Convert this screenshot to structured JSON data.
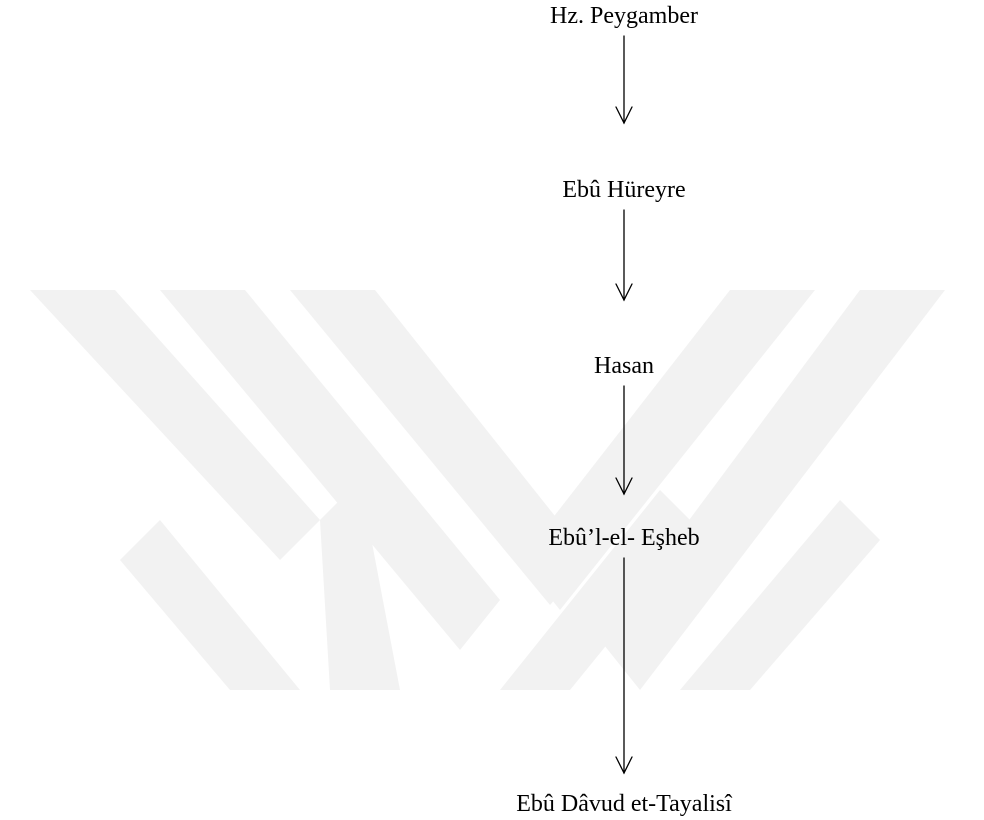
{
  "chain": [
    {
      "id": "n0",
      "label": "Hz. Peygamber"
    },
    {
      "id": "n1",
      "label": "Ebû Hüreyre"
    },
    {
      "id": "n2",
      "label": "Hasan"
    },
    {
      "id": "n3",
      "label": "Ebû’l-el- Eşheb"
    },
    {
      "id": "n4",
      "label": "Ebû Dâvud et-Tayalisî"
    }
  ],
  "colors": {
    "text": "#000000",
    "arrow": "#000000",
    "watermark": "#f2f2f2"
  }
}
